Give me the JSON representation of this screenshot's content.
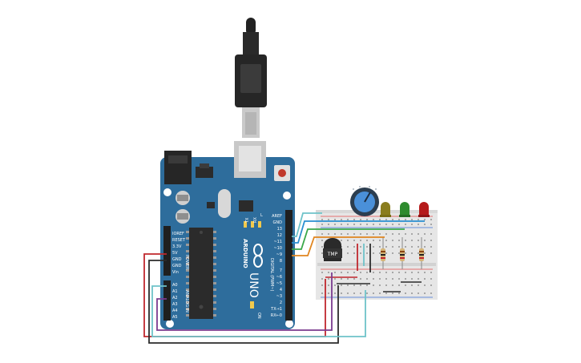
{
  "board": {
    "brand": "ARDUINO",
    "model": "UNO",
    "digital_header_label": "DIGITAL (PWM~)",
    "analog_header_label": "ANALOG IN",
    "power_header_label": "POWER",
    "on_label": "ON",
    "tx_label": "TX",
    "rx_label": "RX",
    "l_label": "L",
    "power_pins": [
      "IOREF",
      "RESET",
      "3.3V",
      "5V",
      "GND",
      "GND",
      "Vin"
    ],
    "analog_pins": [
      "A0",
      "A1",
      "A2",
      "A3",
      "A4",
      "A5"
    ],
    "digital_pins": [
      "AREF",
      "GND",
      "13",
      "12",
      "~11",
      "~10",
      "~9",
      "8",
      "7",
      "~6",
      "~5",
      "4",
      "~3",
      "2",
      "TX→1",
      "RX←0"
    ]
  },
  "sensor": {
    "label": "TMP"
  },
  "components": {
    "potentiometer": "potentiometer",
    "leds": [
      {
        "color": "#8a7d1e"
      },
      {
        "color": "#2e8b2e"
      },
      {
        "color": "#b51a1a"
      }
    ],
    "wire_colors": {
      "red": "#c0272d",
      "black": "#2b2b2b",
      "purple": "#7b3b8f",
      "teal": "#6ec3c9",
      "blue": "#2a8fd1",
      "green": "#3aa84a",
      "orange": "#e0851f"
    }
  }
}
